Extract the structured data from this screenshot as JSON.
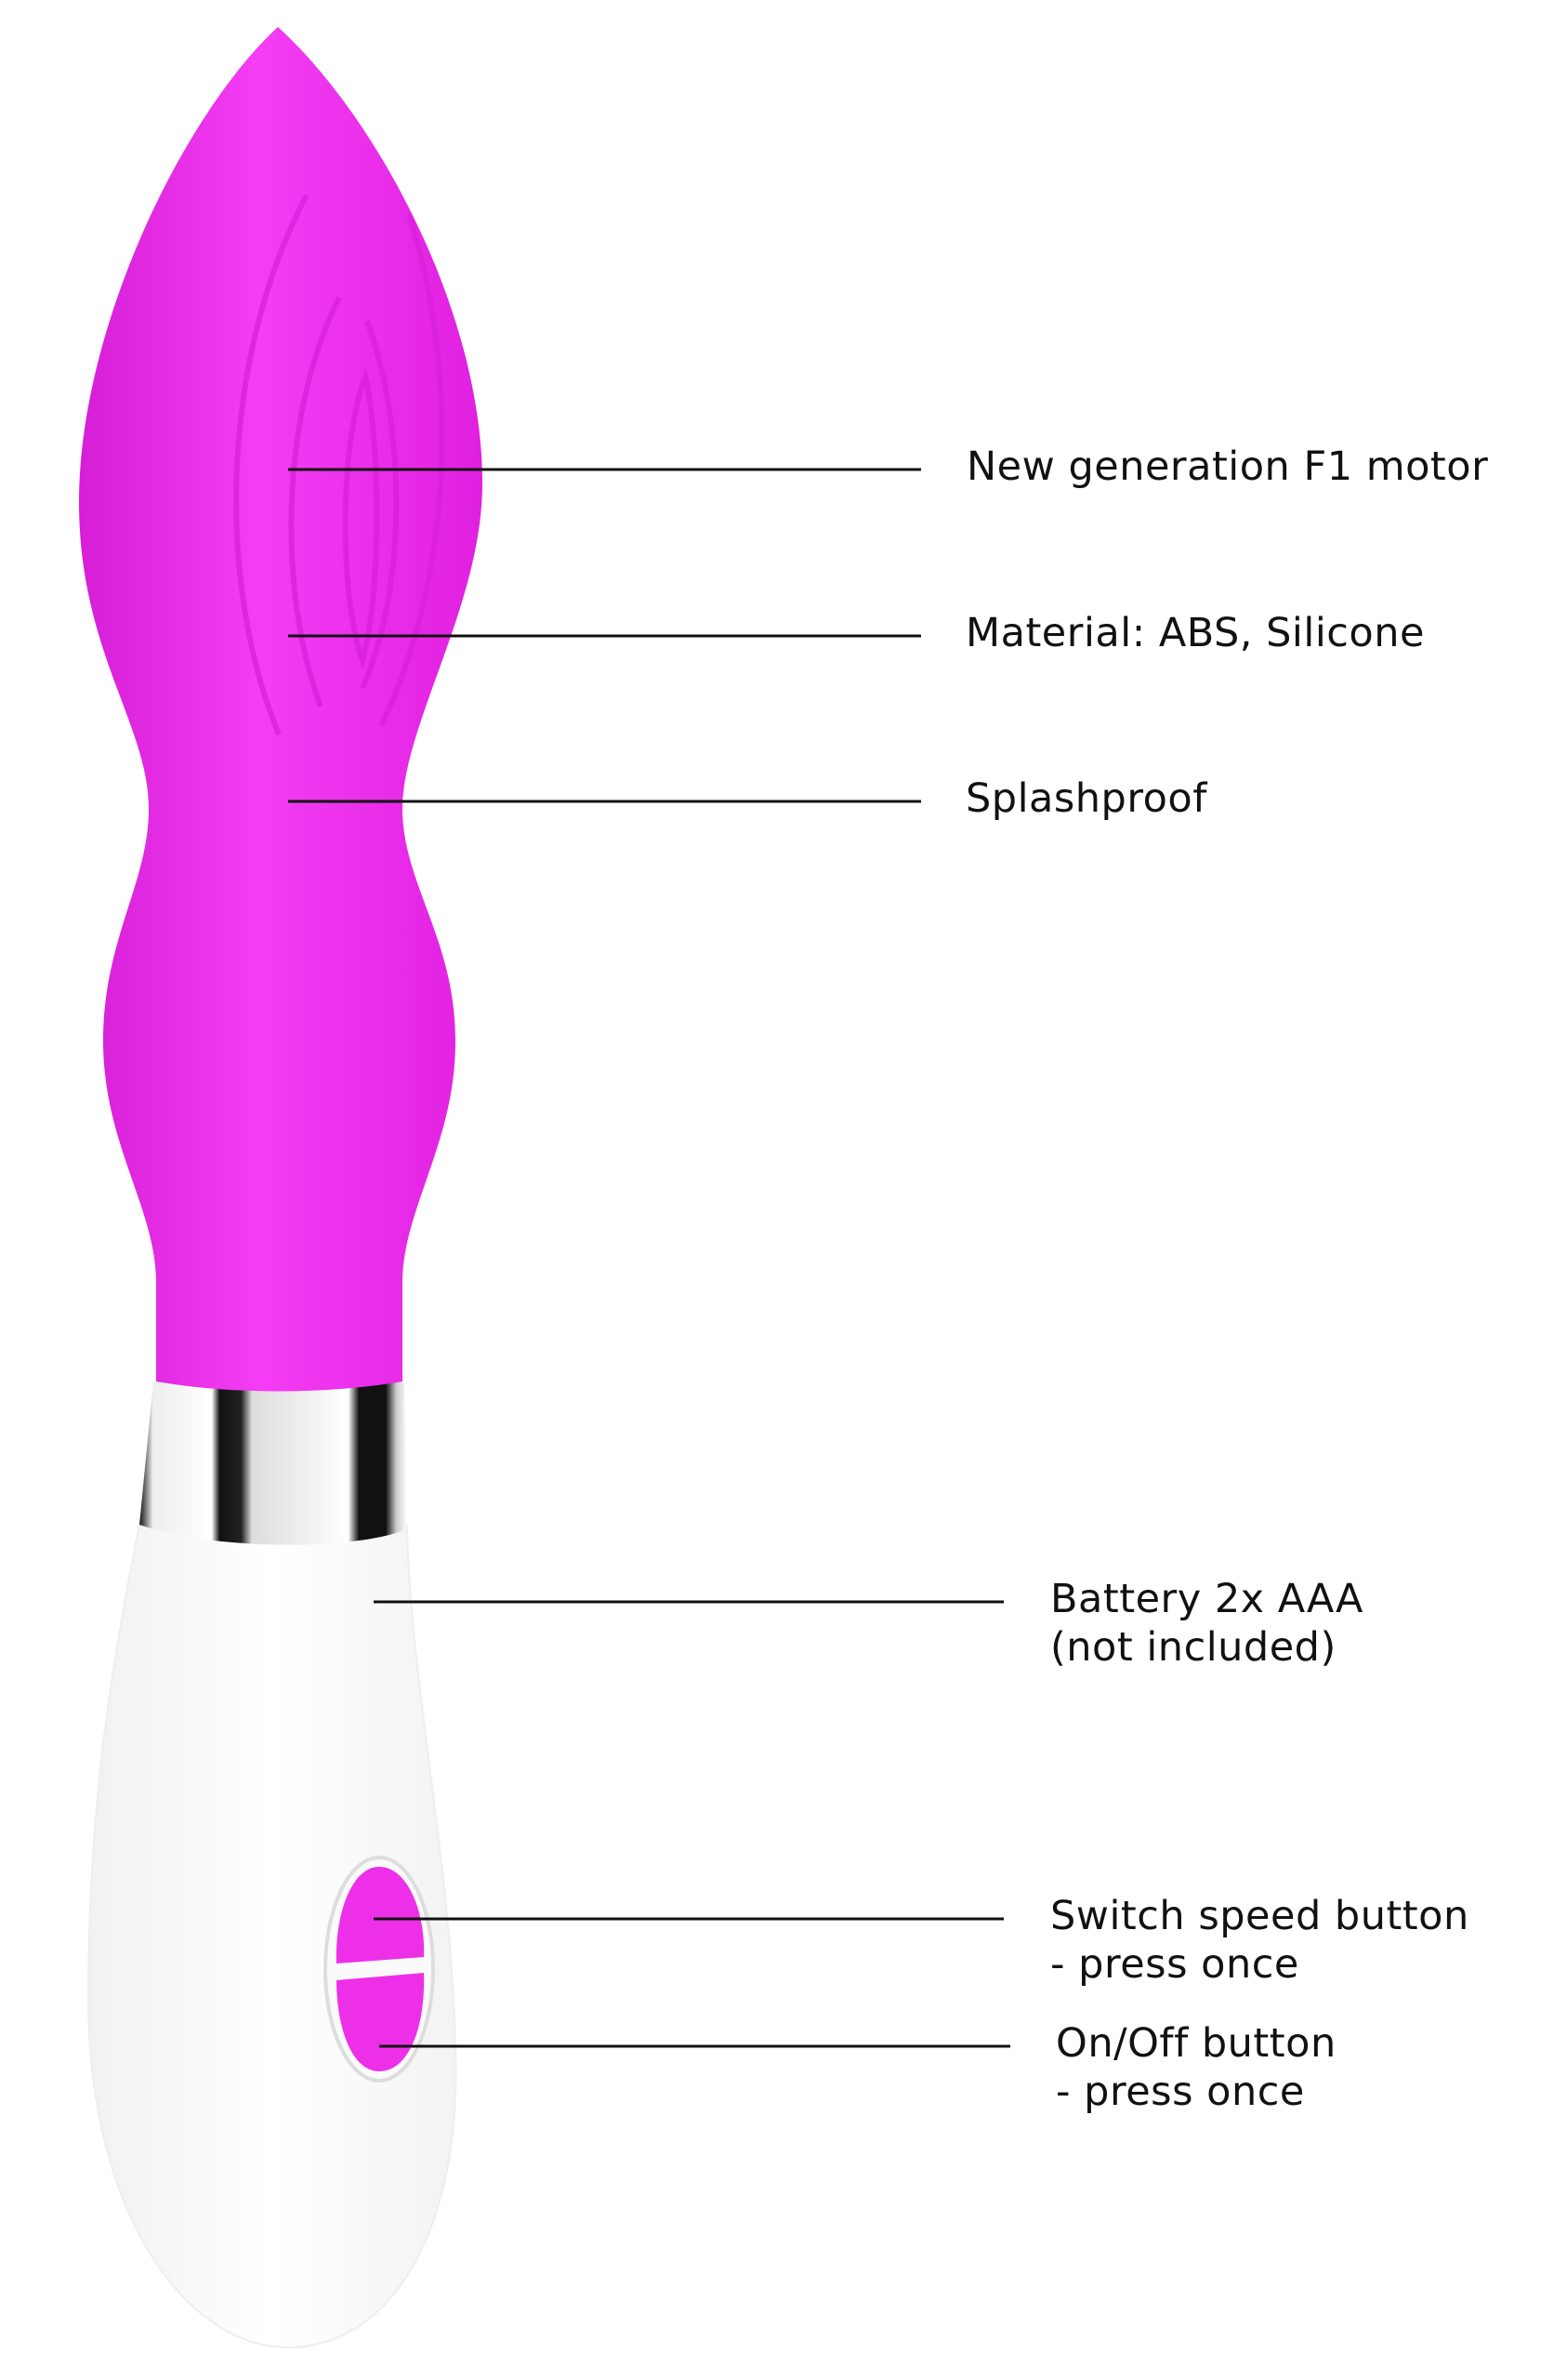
{
  "colors": {
    "body": "#f02cf0",
    "handle": "#ffffff",
    "leader": "#111111"
  },
  "callouts": [
    {
      "lines": [
        "New generation F1 motor"
      ]
    },
    {
      "lines": [
        "Material: ABS, Silicone"
      ]
    },
    {
      "lines": [
        "Splashproof"
      ]
    },
    {
      "lines": [
        "Battery 2x AAA",
        "(not included)"
      ]
    },
    {
      "lines": [
        "Switch speed button",
        "- press once"
      ]
    },
    {
      "lines": [
        "On/Off button",
        "- press once"
      ]
    }
  ]
}
